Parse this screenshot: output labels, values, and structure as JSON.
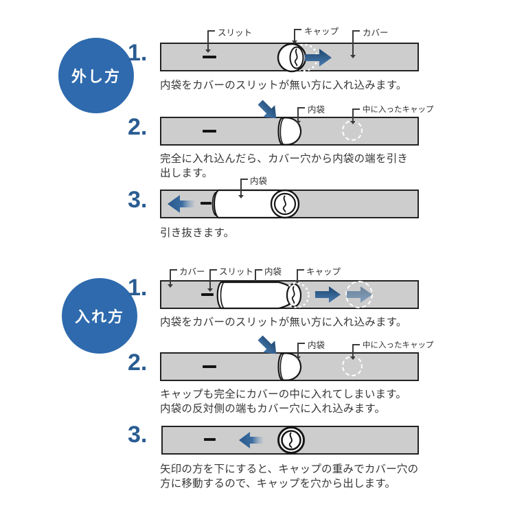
{
  "colors": {
    "badge_blue": "#2e6aad",
    "number_blue": "#2a5c92",
    "arrow_dark": "#1d466f",
    "arrow_light": "#4a7cb0",
    "bar_fill": "#cdcdcd",
    "bar_border": "#222222",
    "text": "#363636"
  },
  "sections": {
    "removal": {
      "badge": "外し方",
      "steps": [
        {
          "number": "1.",
          "labels": {
            "slit": "スリット",
            "cap": "キャップ",
            "cover": "カバー"
          },
          "caption1": "内袋をカバーのスリットが無い方に入れ込みます。"
        },
        {
          "number": "2.",
          "labels": {
            "inner_bag": "内袋",
            "cap_inside": "中に入ったキャップ"
          },
          "caption1": "完全に入れ込んだら、カバー穴から内袋の端を引き",
          "caption2": "出します。"
        },
        {
          "number": "3.",
          "labels": {
            "inner_bag": "内袋"
          },
          "caption1": "引き抜きます。"
        }
      ]
    },
    "insertion": {
      "badge": "入れ方",
      "steps": [
        {
          "number": "1.",
          "labels": {
            "cover": "カバー",
            "slit": "スリット",
            "inner_bag": "内袋",
            "cap": "キャップ"
          },
          "caption1": "内袋をカバーのスリットが無い方に入れ込みます。"
        },
        {
          "number": "2.",
          "labels": {
            "inner_bag": "内袋",
            "cap_inside": "中に入ったキャップ"
          },
          "caption1": "キャップも完全にカバーの中に入れてしまいます。",
          "caption2": "内袋の反対側の端もカバー穴に入れ込みます。"
        },
        {
          "number": "3.",
          "caption1": "矢印の方を下にすると、キャップの重みでカバー穴の",
          "caption2": "方に移動するので、キャップを穴から出します。"
        }
      ]
    }
  }
}
